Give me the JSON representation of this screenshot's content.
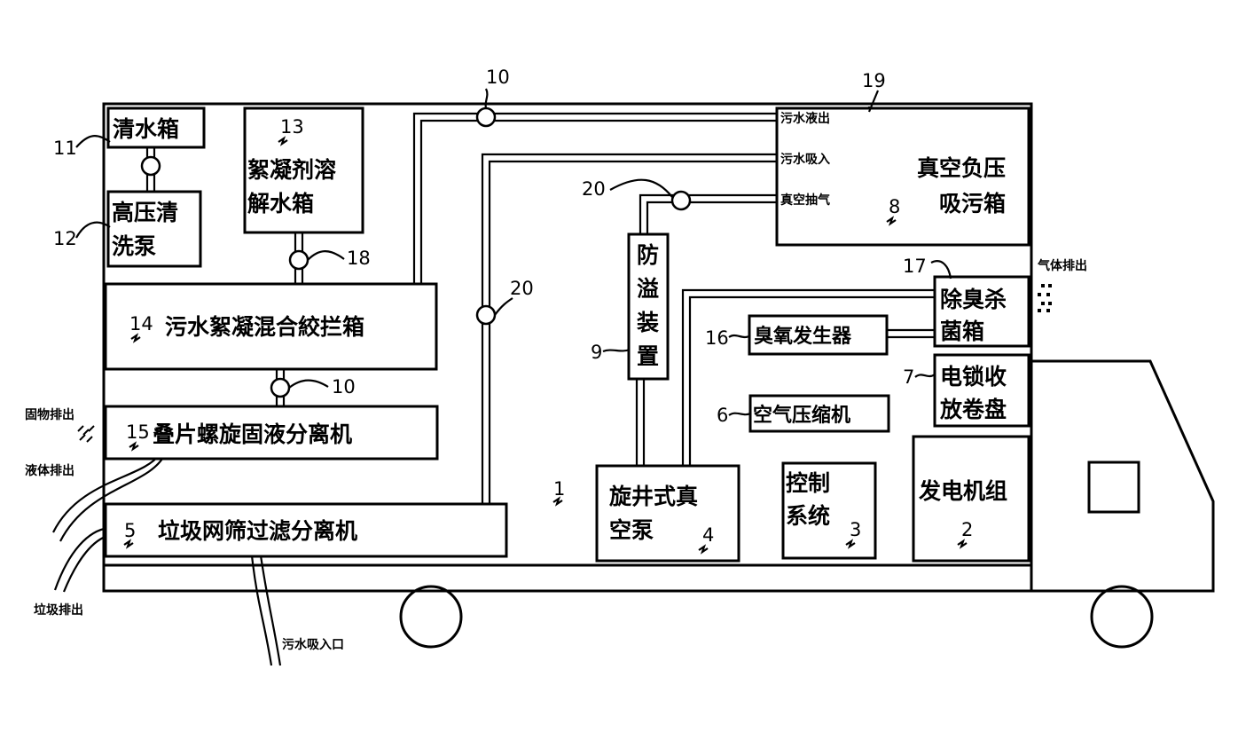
{
  "components": {
    "clean_water_tank": "清水箱",
    "hp_pump_1": "高压清",
    "hp_pump_2": "洗泵",
    "flocculant_1": "絮凝剂溶",
    "flocculant_2": "解水箱",
    "mixing_tank": "污水絮凝混合絞拦箱",
    "separator": "叠片螺旋固液分离机",
    "screen_filter": "垃圾网筛过滤分离机",
    "vacuum_tank_1": "真空负压",
    "vacuum_tank_2": "吸污箱",
    "overflow_1": "防",
    "overflow_2": "溢",
    "overflow_3": "装",
    "overflow_4": "置",
    "deodor_1": "除臭杀",
    "deodor_2": "菌箱",
    "ozone": "臭氧发生器",
    "reel_1": "电锁收",
    "reel_2": "放卷盘",
    "compressor": "空气压缩机",
    "vacuum_pump_1": "旋井式真",
    "vacuum_pump_2": "空泵",
    "control_1": "控制",
    "control_2": "系统",
    "generator": "发电机组"
  },
  "ports": {
    "sewage_out": "污水液出",
    "sewage_in": "污水吸入",
    "vacuum_suction": "真空抽气",
    "gas_out": "气体排出",
    "solid_out": "固物排出",
    "liquid_out": "液体排出",
    "garbage_out": "垃圾排出",
    "sewage_inlet": "污水吸入口"
  },
  "refs": {
    "n1": "1",
    "n2": "2",
    "n3": "3",
    "n4": "4",
    "n5": "5",
    "n6": "6",
    "n7": "7",
    "n8": "8",
    "n9": "9",
    "n10a": "10",
    "n10b": "10",
    "n11": "11",
    "n12": "12",
    "n13": "13",
    "n14": "14",
    "n15": "15",
    "n16": "16",
    "n17": "17",
    "n18": "18",
    "n19": "19",
    "n20a": "20",
    "n20b": "20"
  }
}
